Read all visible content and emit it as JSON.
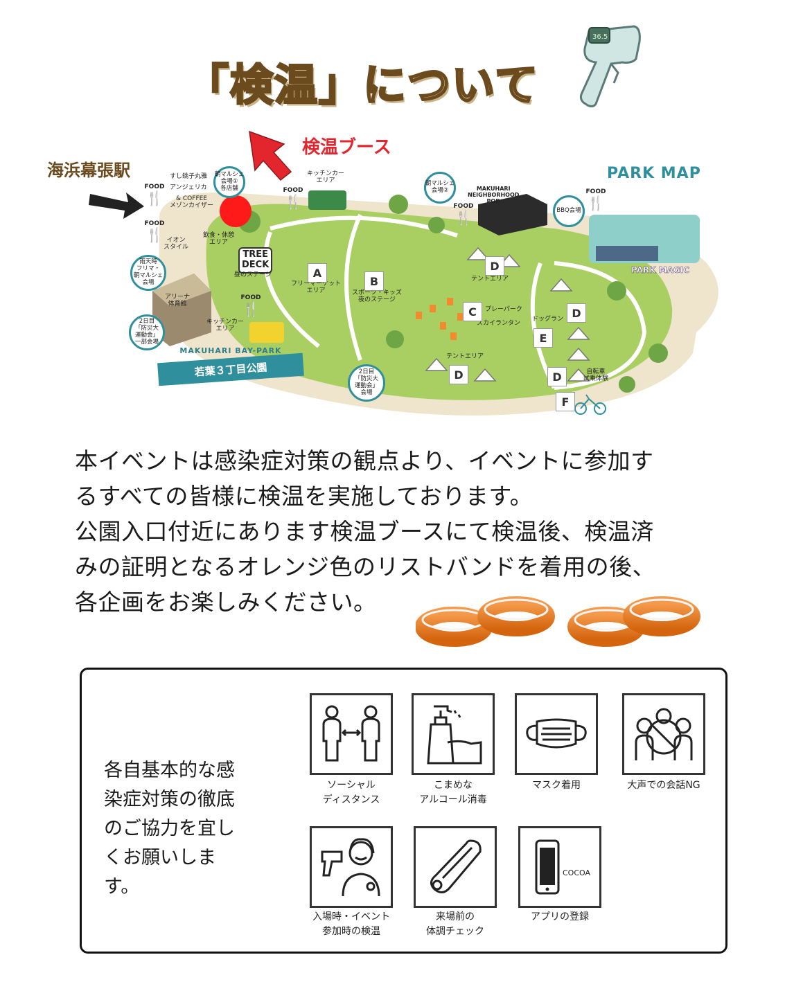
{
  "title": "「検温」について",
  "map": {
    "station": "海浜幕張駅",
    "booth_label": "検温ブース",
    "park_map": "PARK MAP",
    "food": "FOOD",
    "labels": {
      "sushi": "すし銚子丸雅",
      "angelica": "アンジェリカ",
      "coffee": "& COFFEE\nメゾンカイザー",
      "aeon": "イオン\nスタイル",
      "asa_marche1": "朝マルシェ\n会場①\n各店舗",
      "kitchen_car_top": "キッチンカー\nエリア",
      "asa_marche2": "朝マルシェ\n会場②",
      "pod": "MAKUHARI\nNEIGHBORHOOD\nPOD",
      "bbq": "BBQ会場",
      "park_magic": "PARK MAGIC",
      "rest": "飲食・休憩\nエリア",
      "tree_deck": "TREE\nDECK",
      "stage": "昼のステージ",
      "rain": "雨天時\nフリマ・\n朝マルシェ\n会場",
      "arena": "アリーナ\n体育館",
      "day2": "2日目\n「防災大\n運動会」\n一部会場",
      "kitchen_car_bottom": "キッチンカー\nエリア",
      "flea": "フリーマーケット\nエリア",
      "sports": "スポーツ・キッズ\n夜のステージ",
      "tent_top": "テントエリア",
      "play_park": "プレーパーク",
      "sky_lantern": "スカイランタン",
      "tent_bottom": "テントエリア",
      "dog_run": "ドッグラン",
      "bicycle": "自転車\n試乗体験",
      "day2_bottom": "2日目\n「防災大\n運動会」\n会場",
      "bay_park": "MAKUHARI BAY-PARK",
      "wakaba": "若葉３丁目公園"
    },
    "zones": [
      "A",
      "B",
      "C",
      "D",
      "D",
      "D",
      "D",
      "E",
      "F"
    ]
  },
  "body": {
    "lines": [
      "本イベントは感染症対策の観点より、イベントに参加す",
      "るすべての皆様に検温を実施しております。",
      "公園入口付近にあります検温ブースにて検温後、検温済",
      "みの証明となるオレンジ色のリストバンドを着用の後、",
      "各企画をお楽しみください。"
    ]
  },
  "panel": {
    "lines": [
      "各自基本的な感",
      "染症対策の徹底",
      "のご協力を宜し",
      "くお願いしま",
      "す。"
    ],
    "icons": [
      {
        "icon": "social-distance-icon",
        "caption": [
          "ソーシャル",
          "ディスタンス"
        ]
      },
      {
        "icon": "sanitizer-icon",
        "caption": [
          "こまめな",
          "アルコール消毒"
        ]
      },
      {
        "icon": "mask-icon",
        "caption": [
          "マスク着用"
        ]
      },
      {
        "icon": "no-talking-icon",
        "caption": [
          "大声での会話NG"
        ]
      },
      {
        "icon": "temperature-check-icon",
        "caption": [
          "入場時・イベント",
          "参加時の検温"
        ]
      },
      {
        "icon": "thermometer-icon",
        "caption": [
          "来場前の",
          "体調チェック"
        ]
      },
      {
        "icon": "phone-app-icon",
        "caption": [
          "アプリの登録"
        ],
        "phone_label": "COCOA"
      }
    ]
  },
  "colors": {
    "title_fill": "#f3e4bf",
    "title_stroke": "#6b4a1e",
    "booth_red": "#e3262e",
    "park_teal": "#2f8f9d",
    "band_orange": "#ee7d22",
    "grass": "#9ccc5a"
  }
}
